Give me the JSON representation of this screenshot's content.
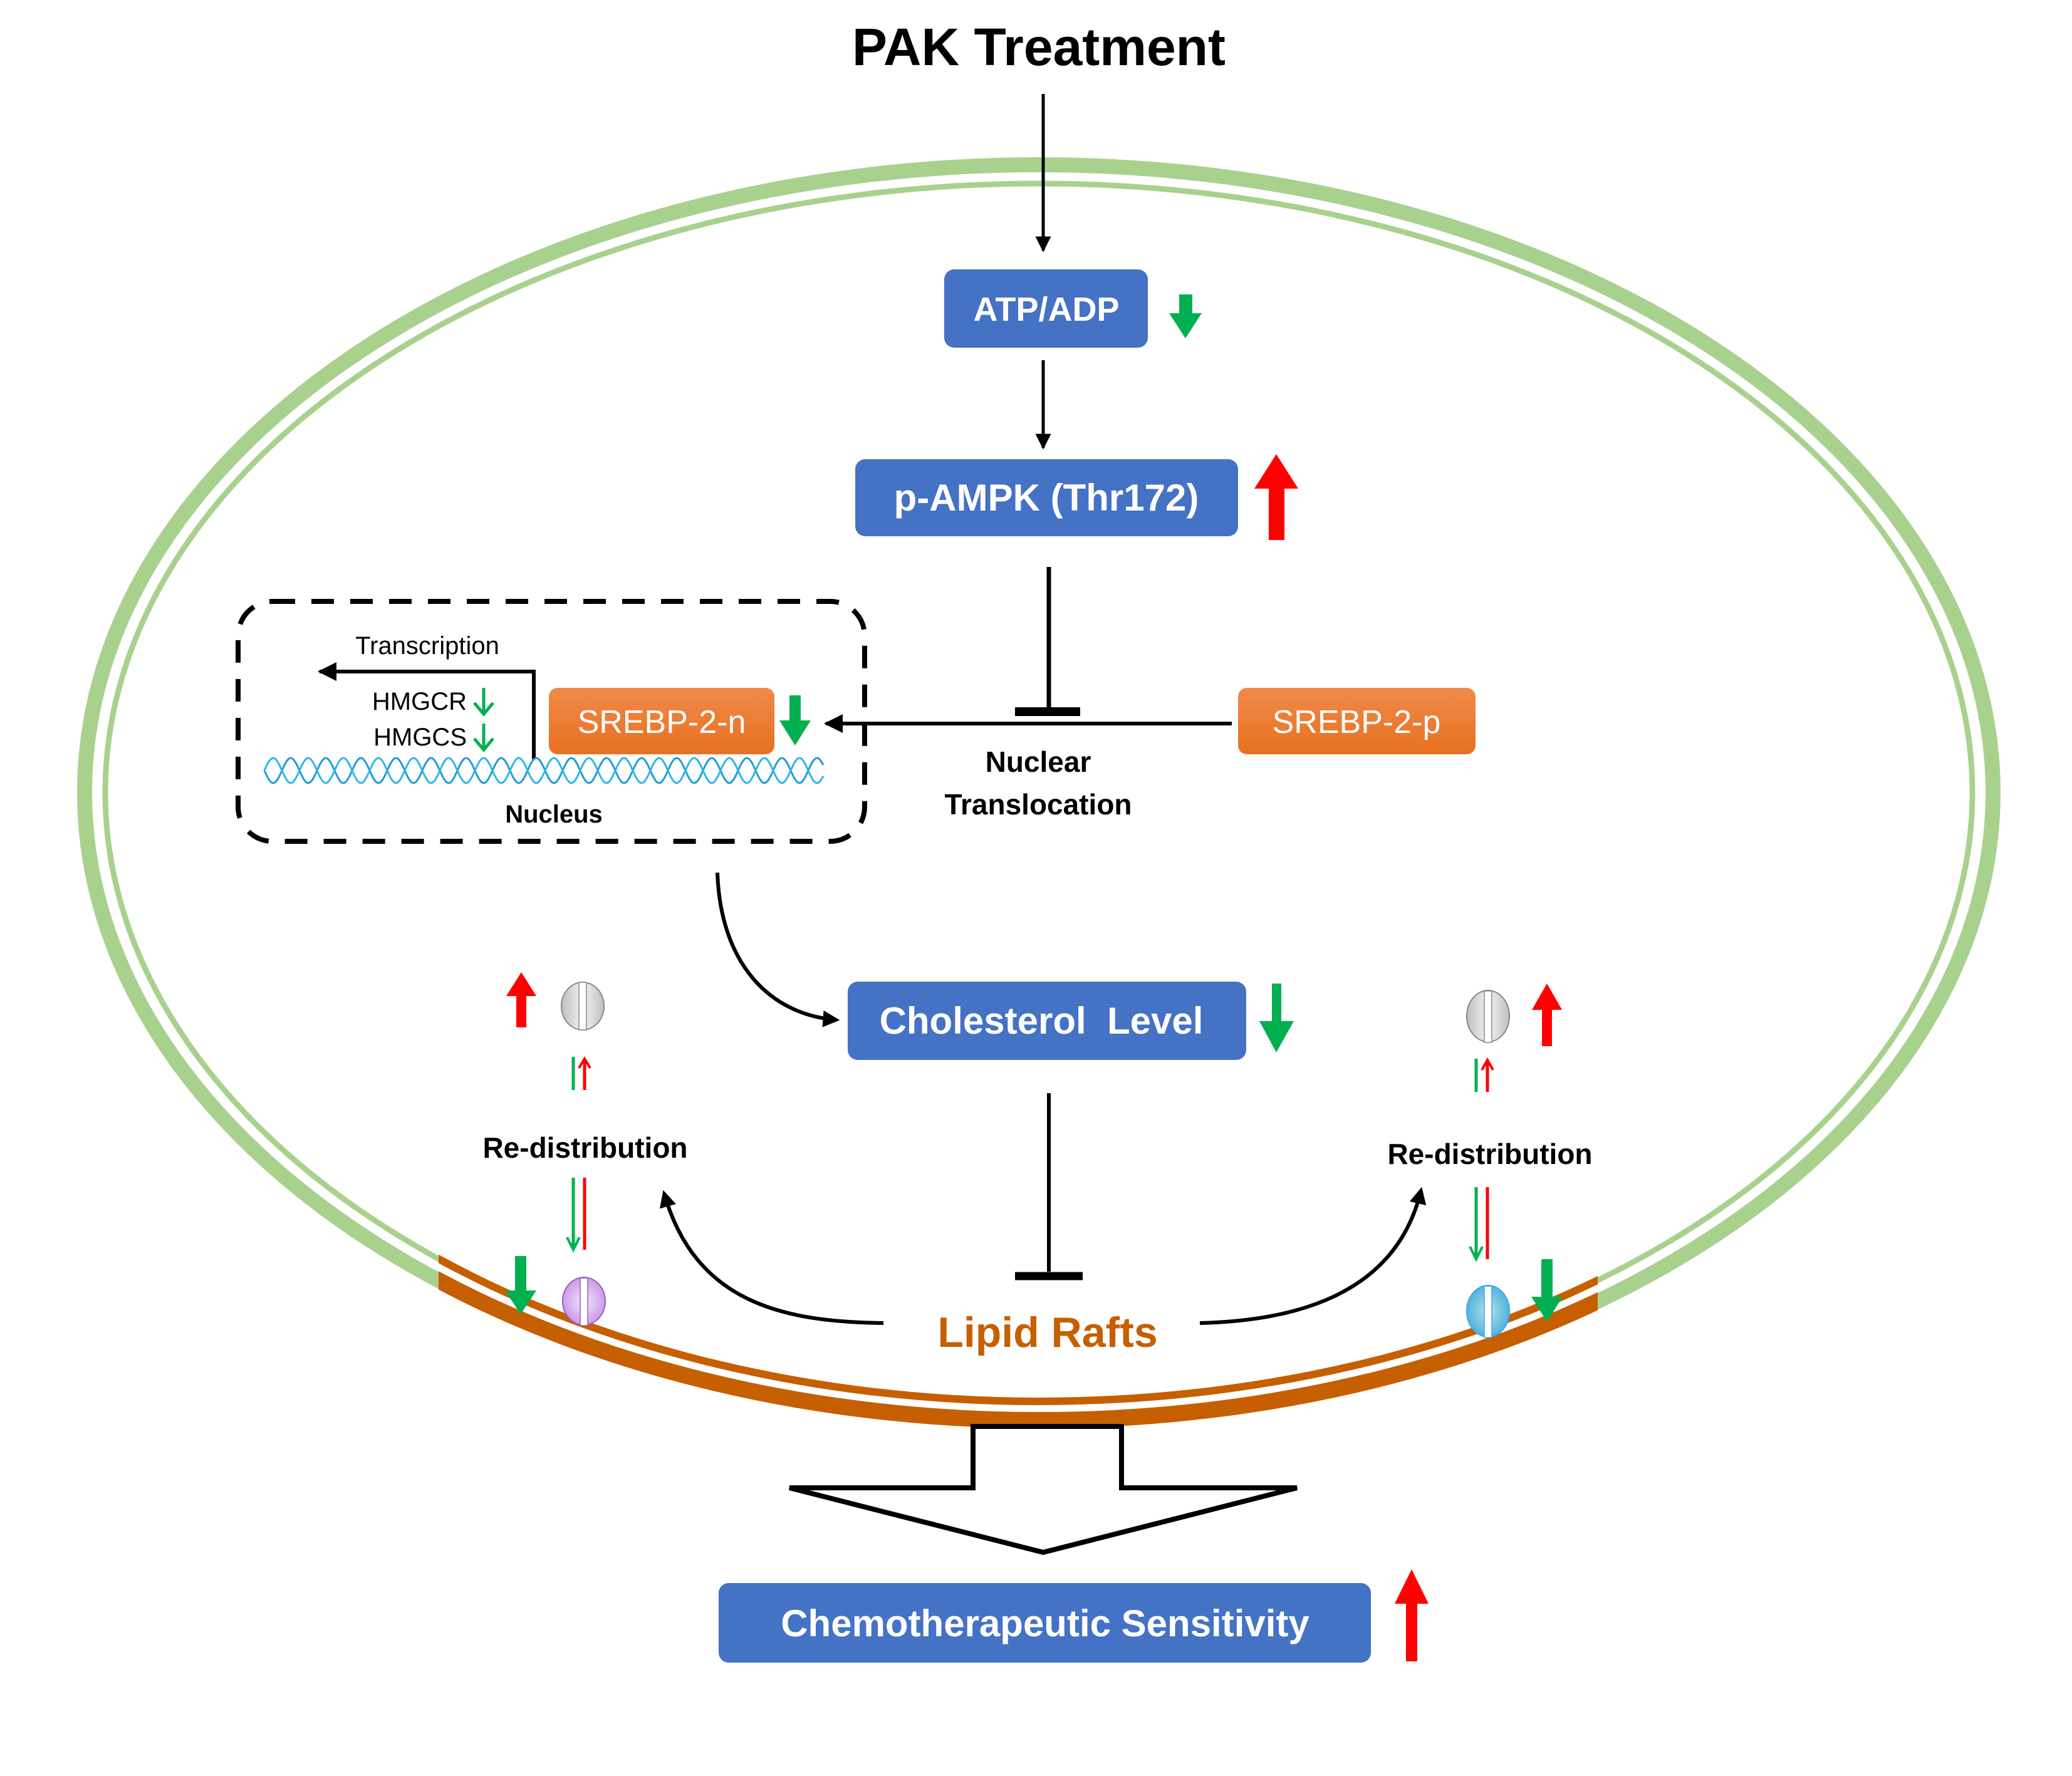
{
  "title": "PAK Treatment",
  "colors": {
    "blue_box": "#4472C4",
    "orange_box": "#ED7D31",
    "membrane_green": "#A9D18E",
    "lipid_raft": "#C65F00",
    "up_arrow": "#FF0000",
    "down_arrow": "#00B050",
    "dna": "#1E9CD7",
    "channel_gray": "#D9D9D9",
    "channel_purple": "#CC99EE",
    "channel_blue": "#7DC8E6"
  },
  "nodes": {
    "atp_adp": {
      "label": "ATP/ADP",
      "change": "down"
    },
    "p_ampk": {
      "label": "p-AMPK (Thr172)",
      "change": "up"
    },
    "srebp_n": {
      "label": "SREBP-2-n",
      "change": "down"
    },
    "srebp_p": {
      "label": "SREBP-2-p"
    },
    "cholesterol": {
      "label": "Cholesterol  Level",
      "change": "down"
    },
    "chemo": {
      "label": "Chemotherapeutic Sensitivity",
      "change": "up"
    }
  },
  "nucleus": {
    "label": "Nucleus",
    "transcription_label": "Transcription",
    "genes": [
      {
        "name": "HMGCR",
        "change": "down"
      },
      {
        "name": "HMGCS",
        "change": "down"
      }
    ]
  },
  "labels": {
    "nuclear_translocation_line1": "Nuclear",
    "nuclear_translocation_line2": "Translocation",
    "redistribution_left": "Re-distribution",
    "redistribution_right": "Re-distribution",
    "lipid_rafts": "Lipid Rafts"
  },
  "channels": {
    "left": {
      "cytoplasm_change": "up",
      "membrane_change": "down"
    },
    "right": {
      "cytoplasm_change": "up",
      "membrane_change": "down"
    }
  }
}
